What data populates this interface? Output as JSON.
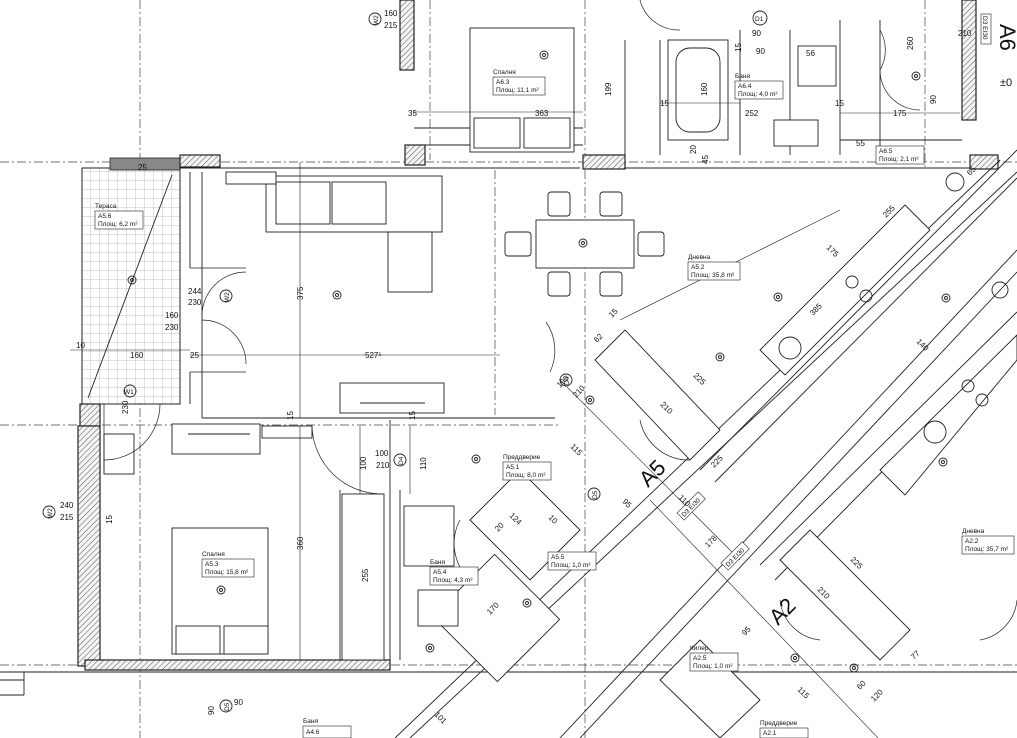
{
  "rooms": [
    {
      "id": "r-a63",
      "name": "Спалня",
      "code": "A6.3",
      "area": "Площ: 11,1 m²"
    },
    {
      "id": "r-a64",
      "name": "Баня",
      "code": "A6.4",
      "area": "Площ: 4,0 m²"
    },
    {
      "id": "r-a65",
      "name": "",
      "code": "A6.5",
      "area": "Площ: 2,1 m²"
    },
    {
      "id": "r-a56",
      "name": "Тераса",
      "code": "A5.6",
      "area": "Площ: 6,2 m²"
    },
    {
      "id": "r-a52",
      "name": "Дневна",
      "code": "A5.2",
      "area": "Площ: 35,8 m²"
    },
    {
      "id": "r-a51",
      "name": "Преддверие",
      "code": "A5.1",
      "area": "Площ: 8,0 m²"
    },
    {
      "id": "r-a54",
      "name": "Баня",
      "code": "A5.4",
      "area": "Площ: 4,3 m²"
    },
    {
      "id": "r-a55",
      "name": "",
      "code": "A5.5",
      "area": "Площ: 1,0 m²"
    },
    {
      "id": "r-a53",
      "name": "Спалня",
      "code": "A5.3",
      "area": "Площ: 15,8 m²"
    },
    {
      "id": "r-a22",
      "name": "Дневна",
      "code": "A2.2",
      "area": "Площ: 35,7 m²"
    },
    {
      "id": "r-a25",
      "name": "Килер",
      "code": "A2.5",
      "area": "Площ: 1,0 m²"
    },
    {
      "id": "r-a46",
      "name": "Баня",
      "code": "A4.6",
      "area": ""
    },
    {
      "id": "r-a21",
      "name": "Преддверие",
      "code": "A2.1",
      "area": ""
    }
  ],
  "apartments": {
    "a5": "A5",
    "a2": "A2",
    "a6": "A6"
  },
  "axes": {
    "b": "D1"
  },
  "tags": {
    "d3_a5": "D3 EI30",
    "d3_a2": "D3 EI30",
    "d3_a6": "D3 EI30",
    "w2": "W2",
    "w1": "W1",
    "w2b": "W2",
    "w2c": "W2",
    "d4": "D4",
    "d4b": "D4",
    "d5": "D5",
    "d5b": "D5",
    "pm": "±0"
  },
  "dims": {
    "d160": "160",
    "d215": "215",
    "d199": "199",
    "d363": "363",
    "d35": "35",
    "d15a": "15",
    "d15b": "15",
    "d160b": "160",
    "d90": "90",
    "d90b": "90",
    "d15c": "15",
    "d56": "56",
    "d252": "252",
    "d20": "20",
    "d45": "45",
    "d175": "175",
    "d55": "55",
    "d260": "260",
    "d210": "210",
    "d90c": "90",
    "d25": "25",
    "d375": "375",
    "d244": "244",
    "d230": "230",
    "d160c": "160",
    "d230b": "230",
    "d10": "10",
    "d160d": "160",
    "d25b": "25",
    "d527": "527⁵",
    "d230c": "230",
    "d100": "100",
    "d15d": "15",
    "d15e": "15",
    "d100b": "100",
    "d210b": "210",
    "d110": "110",
    "d240": "240",
    "d215b": "215",
    "d15f": "15",
    "d360": "360",
    "d255": "255",
    "d170": "170",
    "d225": "225",
    "d210c": "210",
    "d115": "115",
    "d190": "190",
    "d210d": "210",
    "d225b": "225",
    "d95": "95",
    "d110b": "110",
    "d225c": "225",
    "d210e": "210",
    "d115b": "115",
    "d95b": "95",
    "d178": "178",
    "d62": "62",
    "d15g": "15",
    "d140": "140",
    "d175b": "175",
    "d255b": "255",
    "d385": "385",
    "d90d": "90",
    "d90e": "90",
    "d101": "101",
    "d124": "124",
    "d20b": "20",
    "d10b": "10",
    "d60": "60",
    "d120": "120",
    "d77": "77",
    "d65": "65"
  }
}
